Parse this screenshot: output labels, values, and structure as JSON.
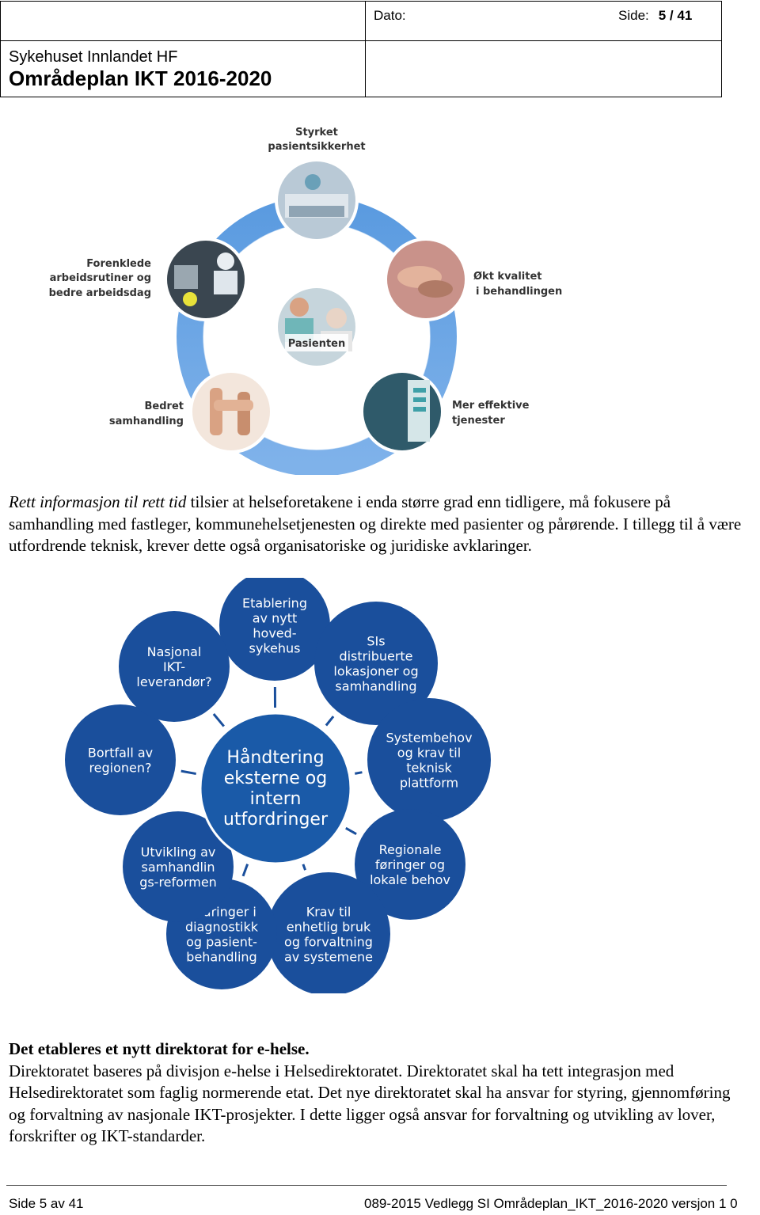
{
  "header": {
    "date_label": "Dato:",
    "page_label": "Side:",
    "page_value": "5 / 41",
    "organization": "Sykehuset Innlandet HF",
    "document_title": "Områdeplan IKT 2016-2020"
  },
  "figure1": {
    "center": "Pasienten",
    "items": [
      {
        "label1": "Styrket",
        "label2": "pasientsikkerhet"
      },
      {
        "label1": "Økt kvalitet",
        "label2": "i behandlingen"
      },
      {
        "label1": "Mer effektive",
        "label2": "tjenester"
      },
      {
        "label1": "Bedret",
        "label2": "samhandling"
      },
      {
        "label1": "Forenklede",
        "label2": "arbeidsrutiner og",
        "label3": "bedre arbeidsdag"
      }
    ],
    "colors": {
      "ring": "#6fa8e6",
      "ring_light": "#cfe0f5"
    }
  },
  "paragraph1": {
    "italic_lead": "Rett informasjon til rett tid",
    "text": " tilsier at helseforetakene i enda større grad enn tidligere, må fokusere på samhandling med fastleger, kommunehelsetjenesten og direkte med pasienter og pårørende. I tillegg til å være utfordrende teknisk, krever dette også organisatoriske og juridiske avklaringer."
  },
  "figure2": {
    "center": [
      "Håndtering",
      "eksterne og",
      "intern",
      "utfordringer"
    ],
    "nodes": [
      {
        "lines": [
          "Etablering",
          "av nytt",
          "hoved-",
          "sykehus"
        ]
      },
      {
        "lines": [
          "SIs",
          "distribuerte",
          "lokasjoner og",
          "samhandling"
        ]
      },
      {
        "lines": [
          "Systembehov",
          "og krav til",
          "teknisk",
          "plattform"
        ]
      },
      {
        "lines": [
          "Regionale",
          "føringer og",
          "lokale behov"
        ]
      },
      {
        "lines": [
          "Krav til",
          "enhetlig bruk",
          "og forvaltning",
          "av systemene"
        ]
      },
      {
        "lines": [
          "Endringer i",
          "diagnostikk",
          "og pasient-",
          "behandling"
        ]
      },
      {
        "lines": [
          "Utvikling av",
          "samhandlin",
          "gs-reformen"
        ]
      },
      {
        "lines": [
          "Bortfall av",
          "regionen?"
        ]
      },
      {
        "lines": [
          "Nasjonal",
          "IKT-",
          "leverandør?"
        ]
      }
    ],
    "colors": {
      "node": "#1a4f9c",
      "center": "#1a5aa8",
      "text": "#ffffff"
    }
  },
  "paragraph2": {
    "title": "Det etableres et nytt direktorat for e-helse.",
    "text": "Direktoratet baseres på divisjon e-helse i Helsedirektoratet. Direktoratet skal ha tett integrasjon med Helsedirektoratet som faglig normerende etat. Det nye direktoratet skal ha ansvar for styring, gjennomføring og forvaltning av nasjonale IKT-prosjekter. I dette ligger også ansvar for forvaltning og utvikling av lover, forskrifter og IKT-standarder."
  },
  "footer": {
    "left": "Side 5 av 41",
    "right": "089-2015 Vedlegg SI Områdeplan_IKT_2016-2020 versjon 1 0"
  }
}
